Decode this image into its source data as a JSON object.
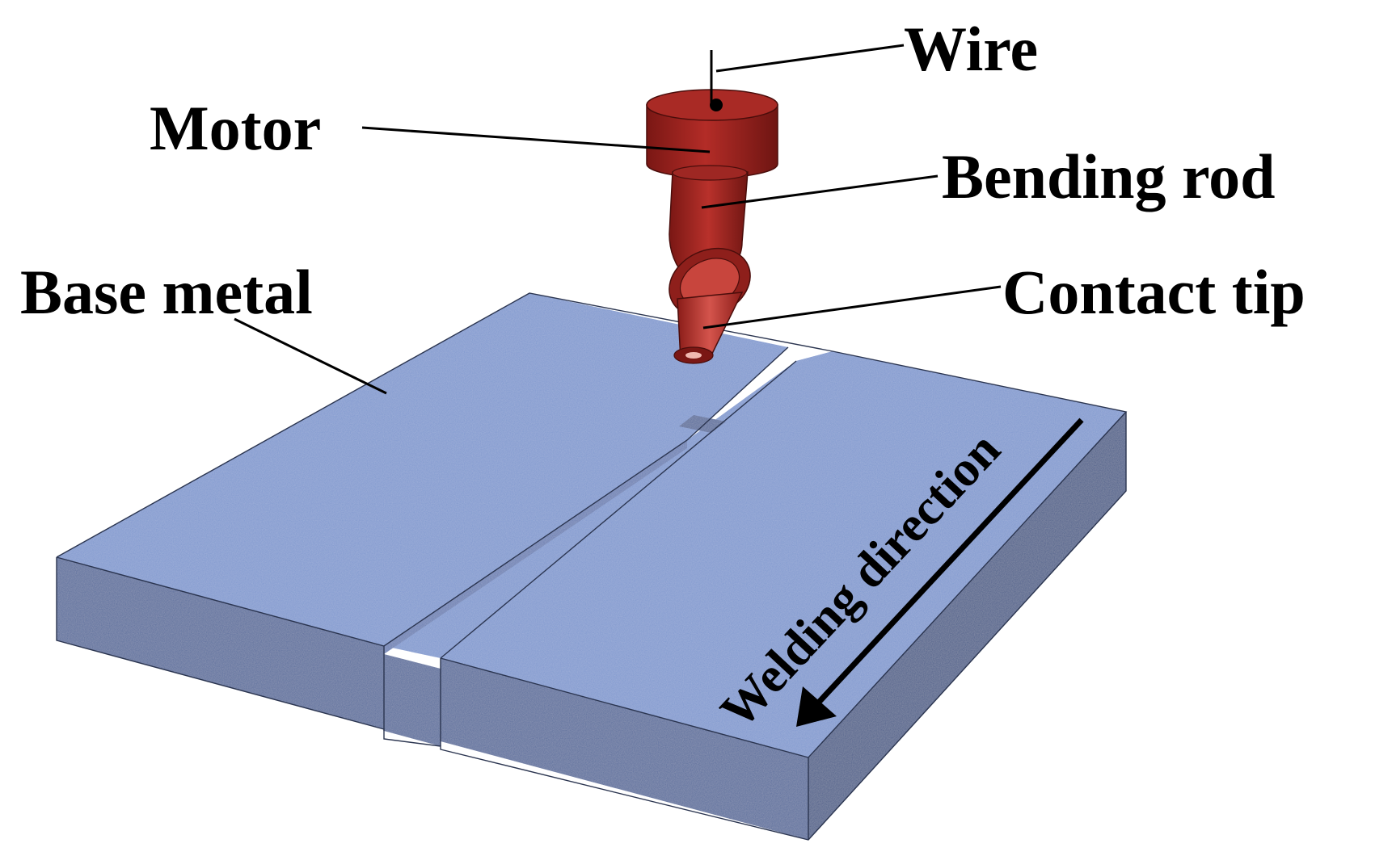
{
  "labels": {
    "wire": "Wire",
    "motor": "Motor",
    "bending_rod": "Bending rod",
    "base_metal": "Base metal",
    "contact_tip": "Contact tip",
    "welding_direction": "Welding direction"
  },
  "colors": {
    "plate_top": "#7f98cf",
    "plate_front": "#5a6d9c",
    "plate_right": "#4e5f8a",
    "groove_wall": "#6a7fb4",
    "torch": "#a32521",
    "torch_dark": "#6e1512",
    "torch_light": "#d4544c",
    "text": "#000000",
    "background": "#ffffff"
  }
}
